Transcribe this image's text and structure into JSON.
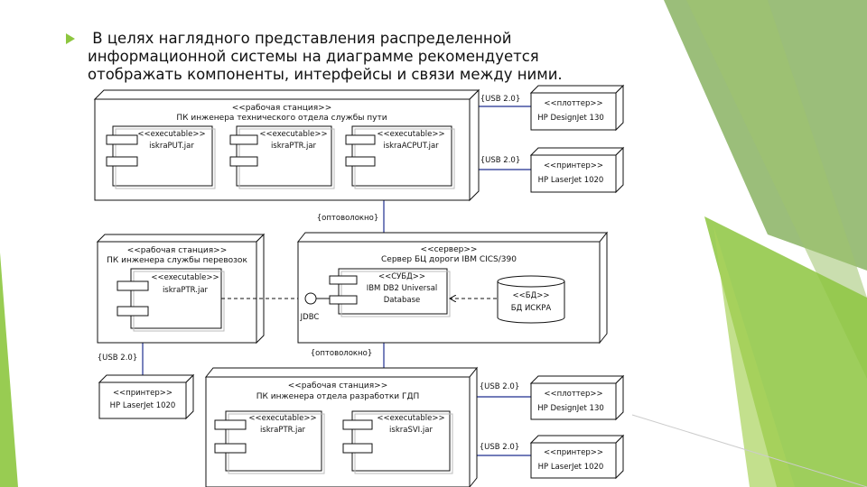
{
  "slide": {
    "bullet_text": " В целях наглядного представления распределенной информационной системы на диаграмме рекомендуется отображать компоненты, интерфейсы и связи между ними."
  },
  "diagram": {
    "node1": {
      "stereotype": "<<рабочая станция>>",
      "name": "ПК инженера технического отдела службы пути",
      "components": [
        {
          "stereotype": "<<executable>>",
          "name": "iskraPUT.jar"
        },
        {
          "stereotype": "<<executable>>",
          "name": "iskraPTR.jar"
        },
        {
          "stereotype": "<<executable>>",
          "name": "iskraACPUT.jar"
        }
      ]
    },
    "plotter1": {
      "stereotype": "<<плоттер>>",
      "name": "HP DesignJet 130",
      "link": "{USB 2.0}"
    },
    "printer1": {
      "stereotype": "<<принтер>>",
      "name": "HP LaserJet 1020",
      "link": "{USB 2.0}"
    },
    "link_node1_server": "{оптоволокно}",
    "node2": {
      "stereotype": "<<рабочая станция>>",
      "name": "ПК инженера службы перевозок",
      "component": {
        "stereotype": "<<executable>>",
        "name": "iskraPTR.jar"
      }
    },
    "server": {
      "stereotype": "<<сервер>>",
      "name": "Сервер БЦ дороги IBM CICS/390",
      "dbms": {
        "stereotype": "<<СУБД>>",
        "name1": "IBM DB2 Universal",
        "name2": "Database"
      },
      "db": {
        "stereotype": "<<БД>>",
        "name": "БД ИСКРА"
      },
      "interface": "JDBC"
    },
    "printer2": {
      "stereotype": "<<принтер>>",
      "name": "HP LaserJet 1020",
      "link": "{USB 2.0}"
    },
    "link_server_node3": "{оптоволокно}",
    "node3": {
      "stereotype": "<<рабочая станция>>",
      "name": "ПК инженера отдела разработки ГДП",
      "components": [
        {
          "stereotype": "<<executable>>",
          "name": "iskraPTR.jar"
        },
        {
          "stereotype": "<<executable>>",
          "name": "iskraSVI.jar"
        }
      ]
    },
    "plotter3": {
      "stereotype": "<<плоттер>>",
      "name": "HP DesignJet 130",
      "link": "{USB 2.0}"
    },
    "printer3": {
      "stereotype": "<<принтер>>",
      "name": "HP LaserJet 1020",
      "link": "{USB 2.0}"
    }
  },
  "colors": {
    "accent_green": "#8dc63f",
    "link_blue": "#1f2f8f"
  }
}
